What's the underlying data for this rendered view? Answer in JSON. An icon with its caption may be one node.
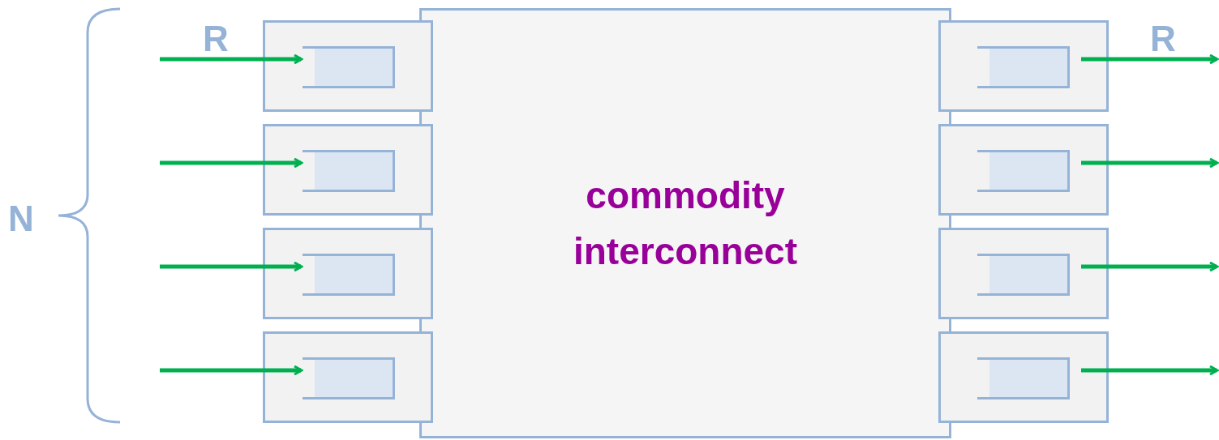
{
  "diagram": {
    "nodes": [
      {
        "text": [
          "commodity interconnect"
        ]
      },
      {
        "text": [],
        "shape": "box"
      },
      {
        "text": [],
        "shape": "box",
        "in": 1
      },
      {
        "text": [],
        "shape": "box"
      },
      {
        "text": [],
        "shape": "box",
        "in": 3
      },
      {
        "text": [],
        "shape": "box"
      },
      {
        "text": [],
        "shape": "box",
        "in": 5
      },
      {
        "text": [],
        "shape": "box"
      },
      {
        "text": [],
        "shape": "box",
        "in": 7
      },
      {
        "text": [],
        "shape": "box"
      },
      {
        "text": [],
        "shape": "box",
        "in": 9
      },
      {
        "text": [],
        "shape": "box"
      },
      {
        "text": [],
        "shape": "box",
        "in": 11
      },
      {
        "text": [],
        "shape": "box"
      },
      {
        "text": [],
        "shape": "box",
        "in": 13
      },
      {
        "text": [],
        "shape": "box"
      },
      {
        "text": [],
        "shape": "box",
        "in": 15
      }
    ],
    "edges": [
      {
        "from": null,
        "to": 2,
        "arrow": "to"
      },
      {
        "from": null,
        "to": 4,
        "arrow": "to"
      },
      {
        "from": null,
        "to": 6,
        "arrow": "to"
      },
      {
        "from": null,
        "to": 8,
        "arrow": "to"
      },
      {
        "from": 10,
        "to": null,
        "arrow": "to"
      },
      {
        "from": 12,
        "to": null,
        "arrow": "to"
      },
      {
        "from": 14,
        "to": null,
        "arrow": "to"
      },
      {
        "from": 16,
        "to": null,
        "arrow": "to"
      }
    ],
    "labels": [
      "R",
      "R",
      "N"
    ]
  }
}
